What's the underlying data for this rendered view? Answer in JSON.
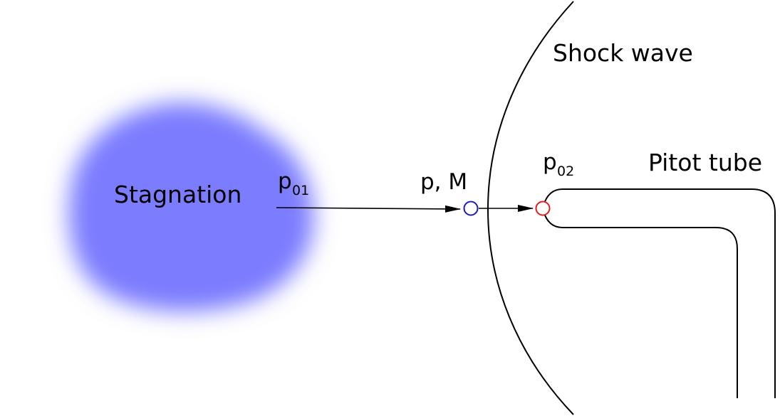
{
  "labels": {
    "stagnation": "Stagnation",
    "shock_wave": "Shock wave",
    "pitot_tube": "Pitot tube",
    "freestream": "p, M",
    "p01_base": "p",
    "p01_sub": "01",
    "p02_base": "p",
    "p02_sub": "02"
  },
  "colors": {
    "stagnation_cloud": "#7c7cff",
    "freestream_marker": "#1a1acc",
    "pitot_marker": "#e02020",
    "lines": "#000000"
  }
}
